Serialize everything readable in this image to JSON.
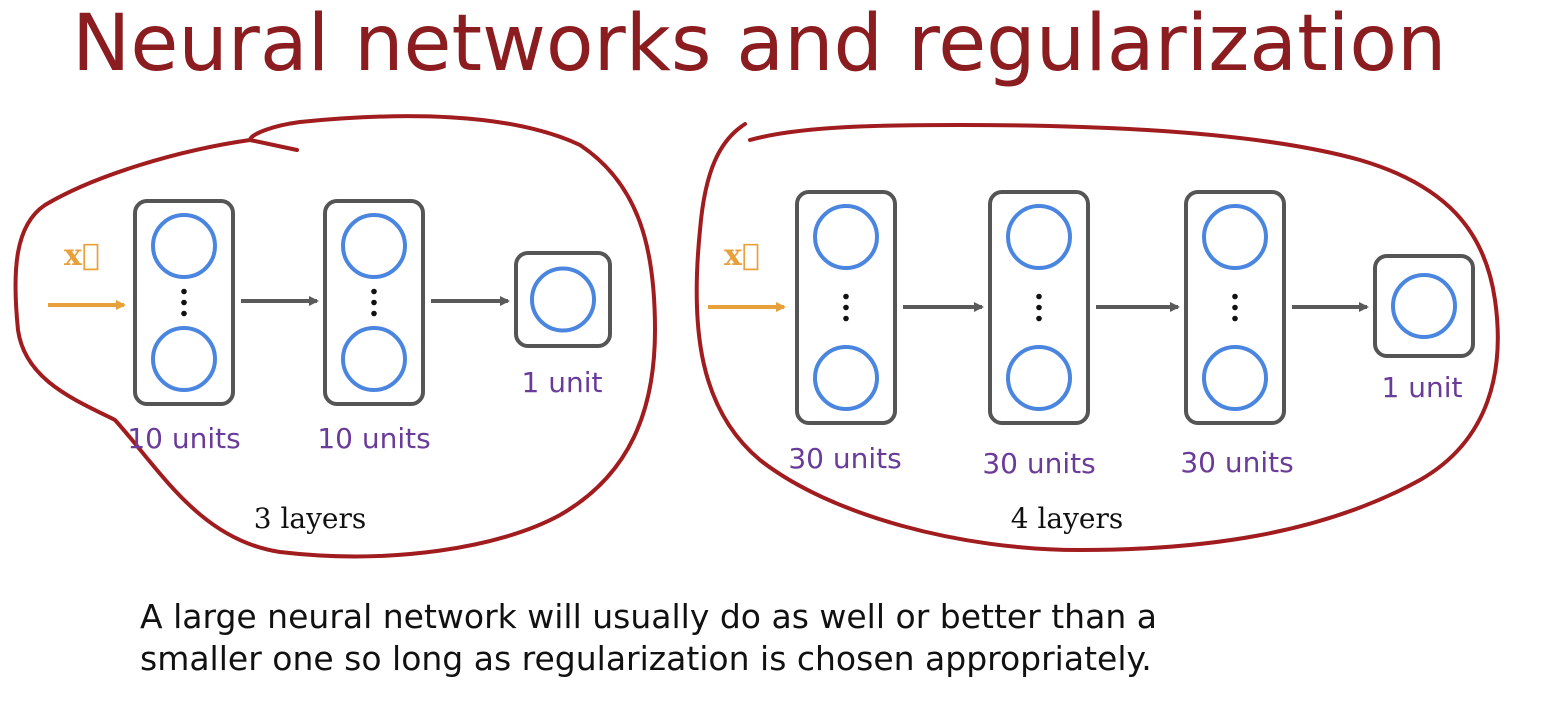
{
  "title": "Neural networks and regularization",
  "colors": {
    "title": "#8b1c1f",
    "annotation_ink": "#a01c1e",
    "unit_label": "#6a3c9a",
    "input_arrow": "#e8a03a",
    "node_ring": "#4a86e0",
    "layer_box": "#555555",
    "connector_arrow": "#5a5a5a",
    "body_text": "#111111"
  },
  "icons": {
    "input": "orange-arrow-right-icon",
    "connector": "gray-arrow-right-icon",
    "neuron": "blue-circle-icon",
    "ellipsis": "vertical-ellipsis-icon"
  },
  "networks": [
    {
      "id": "small",
      "input_label": "x⃗",
      "layer_count_label": "3 layers",
      "layers": [
        {
          "units_label": "10 units",
          "nodes": 2,
          "has_ellipsis": true
        },
        {
          "units_label": "10 units",
          "nodes": 2,
          "has_ellipsis": true
        },
        {
          "units_label": "1 unit",
          "nodes": 1,
          "has_ellipsis": false
        }
      ]
    },
    {
      "id": "large",
      "input_label": "x⃗",
      "layer_count_label": "4 layers",
      "layers": [
        {
          "units_label": "30 units",
          "nodes": 2,
          "has_ellipsis": true
        },
        {
          "units_label": "30 units",
          "nodes": 2,
          "has_ellipsis": true
        },
        {
          "units_label": "30 units",
          "nodes": 2,
          "has_ellipsis": true
        },
        {
          "units_label": "1 unit",
          "nodes": 1,
          "has_ellipsis": false
        }
      ]
    }
  ],
  "caption": {
    "line1": "A large neural network will usually do as well or better than a",
    "line2": "smaller one so long as regularization is chosen appropriately."
  }
}
